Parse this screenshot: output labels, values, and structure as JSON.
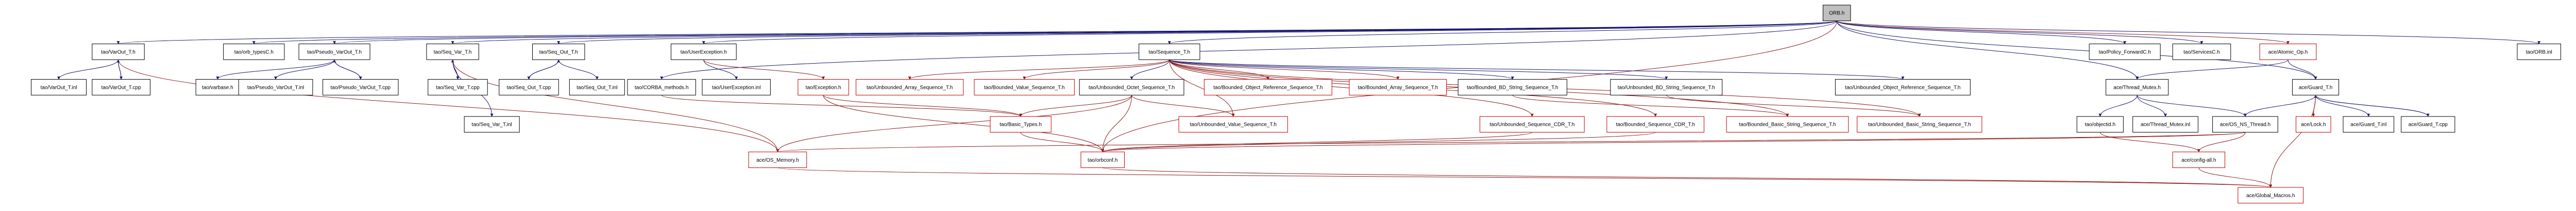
{
  "graph": {
    "colors": {
      "edge": "#191970",
      "edge_undoc": "#8b1a1a",
      "undocumented_border": "#c00000",
      "root_fill": "#bfbfbf"
    },
    "nodes": [
      {
        "id": "orb_h",
        "label": "ORB.h",
        "kind": "root"
      },
      {
        "id": "varout_h",
        "label": "tao/VarOut_T.h",
        "kind": "doc"
      },
      {
        "id": "orb_typesc_h",
        "label": "tao/orb_typesC.h",
        "kind": "doc"
      },
      {
        "id": "pseudo_varout_h",
        "label": "tao/Pseudo_VarOut_T.h",
        "kind": "doc"
      },
      {
        "id": "seq_var_h",
        "label": "tao/Seq_Var_T.h",
        "kind": "doc"
      },
      {
        "id": "seq_out_h",
        "label": "tao/Seq_Out_T.h",
        "kind": "doc"
      },
      {
        "id": "userexception_h",
        "label": "tao/UserException.h",
        "kind": "doc"
      },
      {
        "id": "sequence_h",
        "label": "tao/Sequence_T.h",
        "kind": "doc"
      },
      {
        "id": "policy_forwardc_h",
        "label": "tao/Policy_ForwardC.h",
        "kind": "doc"
      },
      {
        "id": "servicesc_h",
        "label": "tao/ServicesC.h",
        "kind": "doc"
      },
      {
        "id": "atomic_op_h",
        "label": "ace/Atomic_Op.h",
        "kind": "undoc"
      },
      {
        "id": "orb_inl",
        "label": "tao/ORB.inl",
        "kind": "doc"
      },
      {
        "id": "varout_inl",
        "label": "tao/VarOut_T.inl",
        "kind": "doc"
      },
      {
        "id": "varout_cpp",
        "label": "tao/VarOut_T.cpp",
        "kind": "doc"
      },
      {
        "id": "varbase_h",
        "label": "tao/varbase.h",
        "kind": "doc"
      },
      {
        "id": "pseudo_varout_inl",
        "label": "tao/Pseudo_VarOut_T.inl",
        "kind": "doc"
      },
      {
        "id": "pseudo_varout_cpp",
        "label": "tao/Pseudo_VarOut_T.cpp",
        "kind": "doc"
      },
      {
        "id": "seq_var_cpp",
        "label": "tao/Seq_Var_T.cpp",
        "kind": "doc"
      },
      {
        "id": "seq_out_cpp",
        "label": "tao/Seq_Out_T.cpp",
        "kind": "doc"
      },
      {
        "id": "seq_out_inl",
        "label": "tao/Seq_Out_T.inl",
        "kind": "doc"
      },
      {
        "id": "corba_methods_h",
        "label": "tao/CORBA_methods.h",
        "kind": "doc"
      },
      {
        "id": "userexception_inl",
        "label": "tao/UserException.inl",
        "kind": "doc"
      },
      {
        "id": "exception_h",
        "label": "tao/Exception.h",
        "kind": "undoc"
      },
      {
        "id": "unb_array_seq_h",
        "label": "tao/Unbounded_Array_Sequence_T.h",
        "kind": "undoc"
      },
      {
        "id": "bnd_value_seq_h",
        "label": "tao/Bounded_Value_Sequence_T.h",
        "kind": "undoc"
      },
      {
        "id": "unb_octet_seq_h",
        "label": "tao/Unbounded_Octet_Sequence_T.h",
        "kind": "doc"
      },
      {
        "id": "bnd_objref_seq_h",
        "label": "tao/Bounded_Object_Reference_Sequence_T.h",
        "kind": "undoc"
      },
      {
        "id": "bnd_array_seq_h",
        "label": "tao/Bounded_Array_Sequence_T.h",
        "kind": "undoc"
      },
      {
        "id": "bnd_bd_string_seq_h",
        "label": "tao/Bounded_BD_String_Sequence_T.h",
        "kind": "doc"
      },
      {
        "id": "unb_bd_string_seq_h",
        "label": "tao/Unbounded_BD_String_Sequence_T.h",
        "kind": "doc"
      },
      {
        "id": "unb_objref_seq_h",
        "label": "tao/Unbounded_Object_Reference_Sequence_T.h",
        "kind": "doc"
      },
      {
        "id": "local_thread_mutex_h",
        "label": "ace/Thread_Mutex.h",
        "kind": "doc"
      },
      {
        "id": "guard_h",
        "label": "ace/Guard_T.h",
        "kind": "doc"
      },
      {
        "id": "seq_var_inl",
        "label": "tao/Seq_Var_T.inl",
        "kind": "doc"
      },
      {
        "id": "basic_types_h",
        "label": "tao/Basic_Types.h",
        "kind": "undoc"
      },
      {
        "id": "unb_value_seq_h",
        "label": "tao/Unbounded_Value_Sequence_T.h",
        "kind": "undoc"
      },
      {
        "id": "unb_seq_cdr_h",
        "label": "tao/Unbounded_Sequence_CDR_T.h",
        "kind": "undoc"
      },
      {
        "id": "bnd_seq_cdr_h",
        "label": "tao/Bounded_Sequence_CDR_T.h",
        "kind": "undoc"
      },
      {
        "id": "bnd_basic_string_seq_h",
        "label": "tao/Bounded_Basic_String_Sequence_T.h",
        "kind": "undoc"
      },
      {
        "id": "unb_basic_string_seq_h",
        "label": "tao/Unbounded_Basic_String_Sequence_T.h",
        "kind": "undoc"
      },
      {
        "id": "tao_objectid_h",
        "label": "tao/objectid.h",
        "kind": "doc"
      },
      {
        "id": "thread_mutex_inl",
        "label": "ace/Thread_Mutex.inl",
        "kind": "doc"
      },
      {
        "id": "os_ns_thread_h",
        "label": "ace/OS_NS_Thread.h",
        "kind": "doc"
      },
      {
        "id": "lock_h",
        "label": "ace/Lock.h",
        "kind": "undoc"
      },
      {
        "id": "guard_inl",
        "label": "ace/Guard_T.inl",
        "kind": "doc"
      },
      {
        "id": "guard_cpp",
        "label": "ace/Guard_T.cpp",
        "kind": "doc"
      },
      {
        "id": "os_memory_h",
        "label": "ace/OS_Memory.h",
        "kind": "undoc"
      },
      {
        "id": "orbconf_h",
        "label": "tao/orbconf.h",
        "kind": "undoc"
      },
      {
        "id": "config_all_h",
        "label": "ace/config-all.h",
        "kind": "undoc"
      },
      {
        "id": "global_macros_h",
        "label": "ace/Global_Macros.h",
        "kind": "undoc"
      }
    ]
  }
}
